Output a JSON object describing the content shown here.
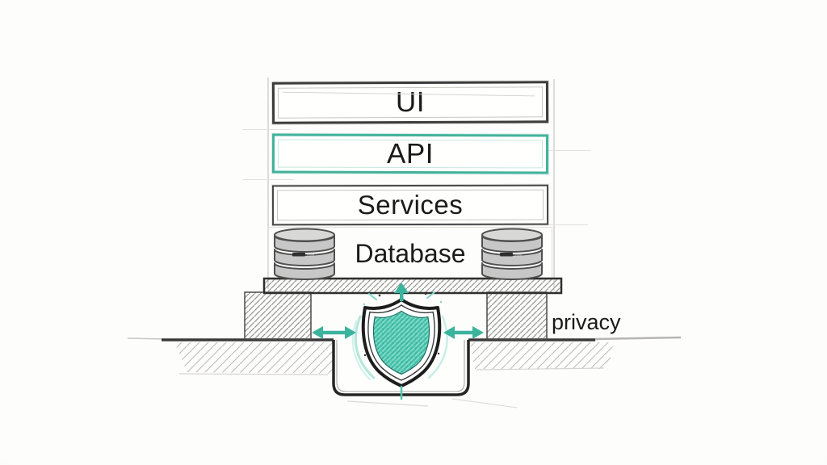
{
  "diagram": {
    "layers": [
      {
        "id": "ui",
        "label": "UI",
        "highlighted": false
      },
      {
        "id": "api",
        "label": "API",
        "highlighted": true
      },
      {
        "id": "services",
        "label": "Services",
        "highlighted": false
      },
      {
        "id": "database",
        "label": "Database",
        "highlighted": false
      }
    ],
    "privacy_label": "privacy",
    "icons": [
      {
        "name": "database-cylinder-icon",
        "count": 2
      },
      {
        "name": "shield-icon",
        "count": 1
      },
      {
        "name": "arrow-up-icon",
        "count": 1
      },
      {
        "name": "arrow-left-right-icon",
        "count": 2
      }
    ],
    "colors": {
      "accent_teal": "#3cb49d",
      "api_border": "#43b29b",
      "shield_fill": "#4cc4ad",
      "shield_hatch_light": "#8fe0d1",
      "sketch_dark": "#333333",
      "cylinder_gray": "#c7c7c7",
      "background": "#fcfcfb"
    }
  }
}
